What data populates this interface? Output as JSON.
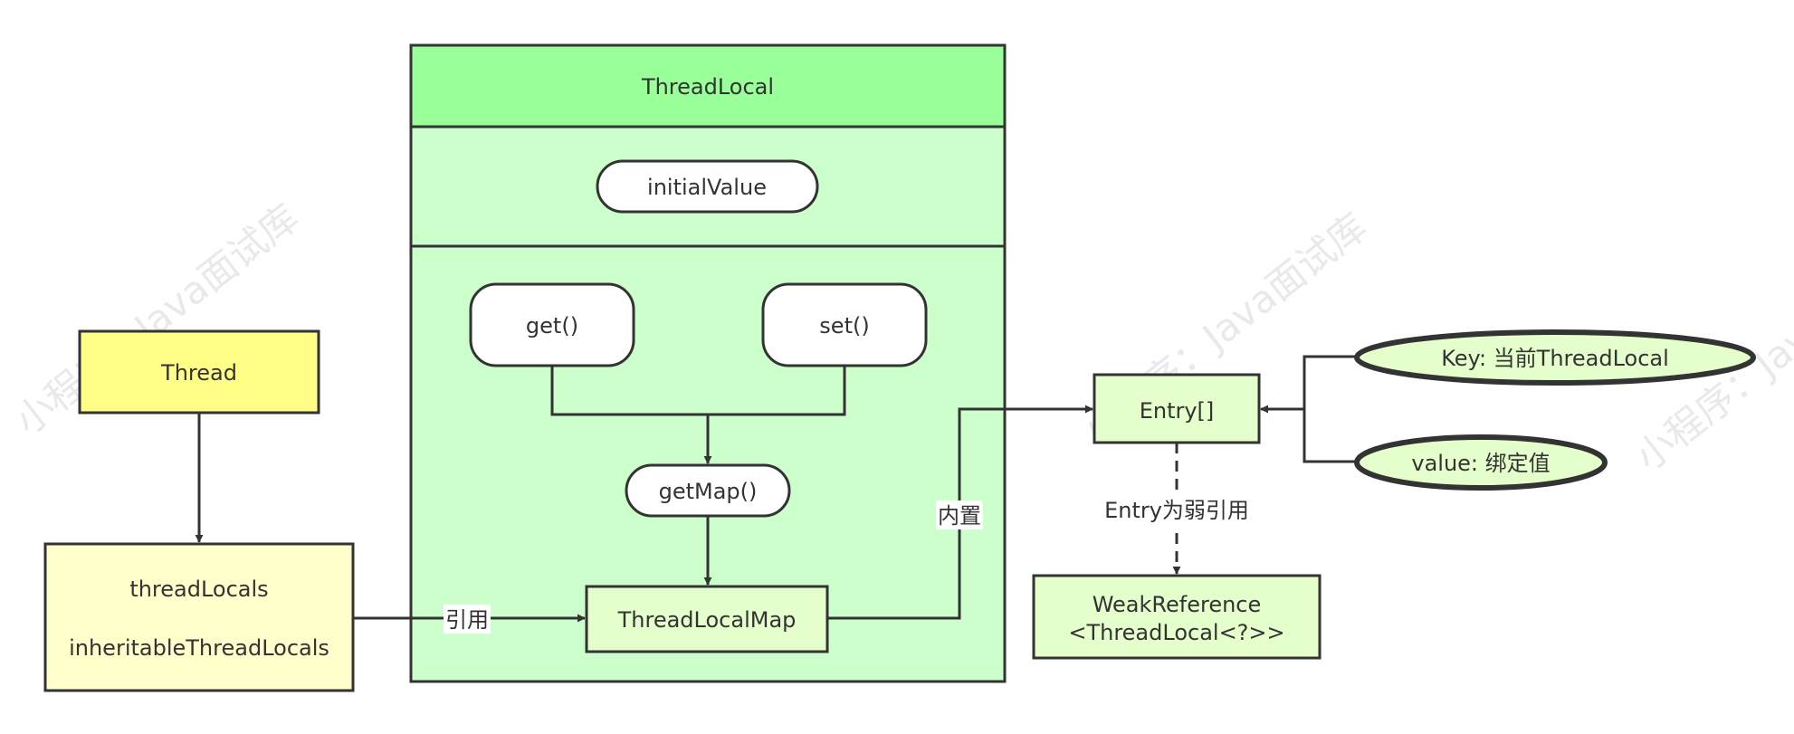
{
  "watermark": {
    "left": "小程序：Java面试库",
    "center": "小程序：Java面试库",
    "right": "小程序：Java面试库"
  },
  "nodes": {
    "thread": "Thread",
    "thread_locals_fields": [
      "threadLocals",
      "inheritableThreadLocals"
    ],
    "threadlocal_title": "ThreadLocal",
    "initial_value": "initialValue",
    "get": "get()",
    "set": "set()",
    "get_map": "getMap()",
    "threadlocal_map": "ThreadLocalMap",
    "entry_array": "Entry[]",
    "key": "Key: 当前ThreadLocal",
    "value": "value: 绑定值",
    "weak_reference": [
      "WeakReference",
      "<ThreadLocal<?>>"
    ]
  },
  "edge_labels": {
    "reference": "引用",
    "builtin": "内置",
    "weak": "Entry为弱引用"
  },
  "colors": {
    "thread_fill": "#ffff88",
    "fields_fill": "#ffffcc",
    "header_fill": "#99ff99",
    "body_fill": "#ccffcc",
    "entry_fill": "#e5ffcc",
    "stroke": "#333333"
  }
}
